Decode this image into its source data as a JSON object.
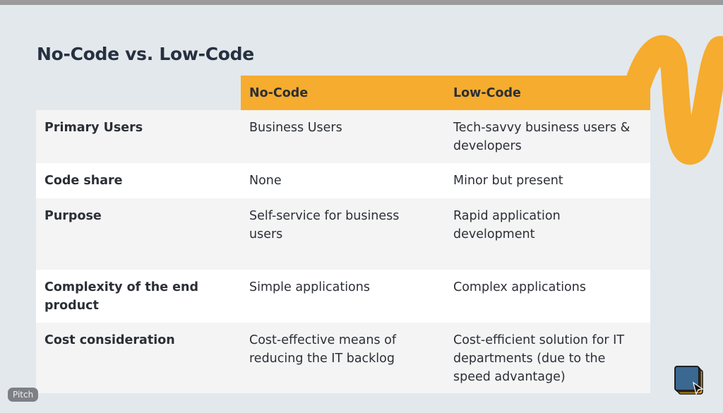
{
  "title": "No-Code vs. Low-Code",
  "table": {
    "headers": [
      "",
      "No-Code",
      "Low-Code"
    ],
    "rows": [
      [
        "Primary Users",
        "Business Users",
        "Tech-savvy business users & developers"
      ],
      [
        "Code share",
        "None",
        "Minor but present"
      ],
      [
        "Purpose",
        "Self-service for business users",
        "Rapid application development"
      ],
      [
        "Complexity of the end product",
        "Simple applications",
        "Complex applications"
      ],
      [
        "Cost consideration",
        "Cost-effective means of reducing the IT backlog",
        "Cost-efficient solution for IT departments (due to the speed advantage)"
      ]
    ]
  },
  "badge": "Pitch",
  "colors": {
    "accent": "#f5ac2f",
    "background": "#e3e8ec",
    "logo": "#3a6890"
  }
}
